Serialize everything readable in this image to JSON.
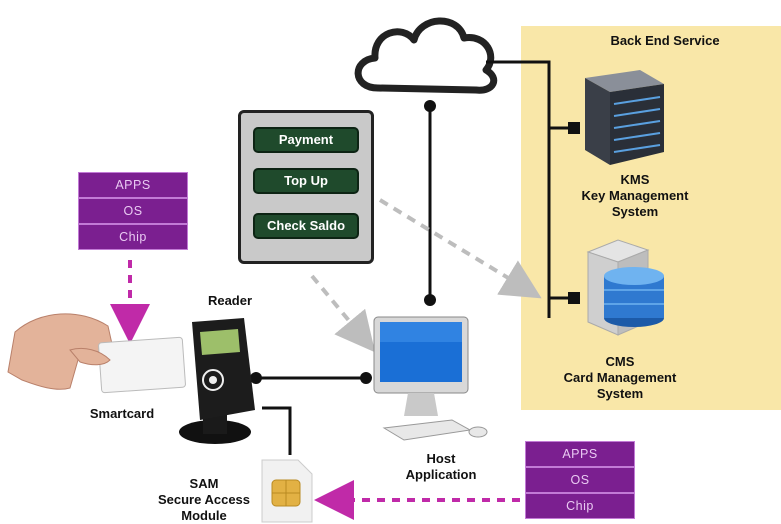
{
  "backend": {
    "title": "Back End Service"
  },
  "kms": {
    "name": "KMS",
    "line1": "Key Management",
    "line2": "System"
  },
  "cms": {
    "name": "CMS",
    "line1": "Card Management",
    "line2": "System"
  },
  "menu": {
    "items": [
      "Payment",
      "Top Up",
      "Check Saldo"
    ]
  },
  "card_stack": {
    "layers": [
      "APPS",
      "OS",
      "Chip"
    ]
  },
  "sam_stack": {
    "layers": [
      "APPS",
      "OS",
      "Chip"
    ]
  },
  "reader": {
    "label": "Reader"
  },
  "smartcard": {
    "label": "Smartcard"
  },
  "host": {
    "line1": "Host",
    "line2": "Application"
  },
  "sam": {
    "line1": "SAM",
    "line2": "Secure Access",
    "line3": "Module"
  },
  "colors": {
    "backend_bg": "#f9e7a8",
    "stack_purple": "#7b1f90",
    "arrow_magenta": "#c02aa8",
    "button_green": "#1f4a2c"
  }
}
